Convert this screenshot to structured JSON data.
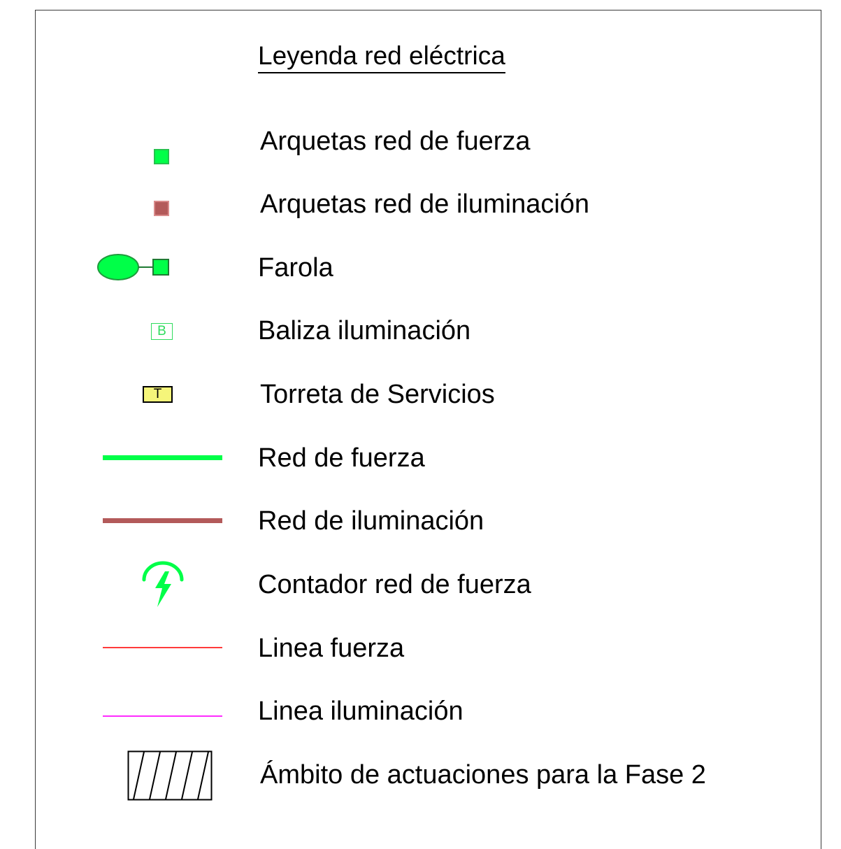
{
  "legend": {
    "title": "Leyenda red eléctrica",
    "colors": {
      "fuerza": "#00ff48",
      "iluminacion": "#b35a5a",
      "torreta": "#f5f57a",
      "linea_fuerza": "#ff3b3b",
      "linea_iluminacion": "#ff2cff"
    },
    "items": [
      {
        "label": "Arquetas red de fuerza",
        "symbol": "green-square-icon"
      },
      {
        "label": "Arquetas red de iluminación",
        "symbol": "brown-square-icon"
      },
      {
        "label": "Farola",
        "symbol": "streetlight-icon"
      },
      {
        "label": "Baliza iluminación",
        "symbol": "bollard-icon",
        "symbol_text": "B"
      },
      {
        "label": "Torreta de Servicios",
        "symbol": "service-tower-icon",
        "symbol_text": "T"
      },
      {
        "label": "Red de fuerza",
        "symbol": "thick-green-line"
      },
      {
        "label": "Red de iluminación",
        "symbol": "thick-brown-line"
      },
      {
        "label": "Contador red de fuerza",
        "symbol": "meter-bolt-icon"
      },
      {
        "label": "Linea fuerza",
        "symbol": "thin-red-line"
      },
      {
        "label": "Linea iluminación",
        "symbol": "thin-magenta-line"
      },
      {
        "label": "Ámbito de actuaciones para la Fase 2",
        "symbol": "hatched-area-icon"
      }
    ]
  }
}
